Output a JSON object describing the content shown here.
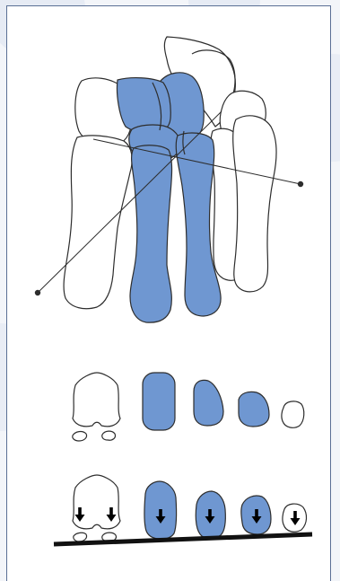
{
  "figure": {
    "colors": {
      "bone_highlight": "#6f97d1",
      "outline": "#2d2d2d",
      "paper": "#ffffff",
      "frame": "#5a6f95",
      "watermark": "#e3e8f2",
      "ground": "#111111"
    },
    "views": [
      "dorsal-foot-bones",
      "metatarsal-cross-sections",
      "weight-bearing-cross-sections"
    ],
    "highlighted_bones": [
      "second-metatarsal",
      "third-metatarsal",
      "intermediate-cuneiform",
      "lateral-cuneiform"
    ],
    "arrow_icon": "down-arrow-icon",
    "load_arrow_count": 6
  }
}
